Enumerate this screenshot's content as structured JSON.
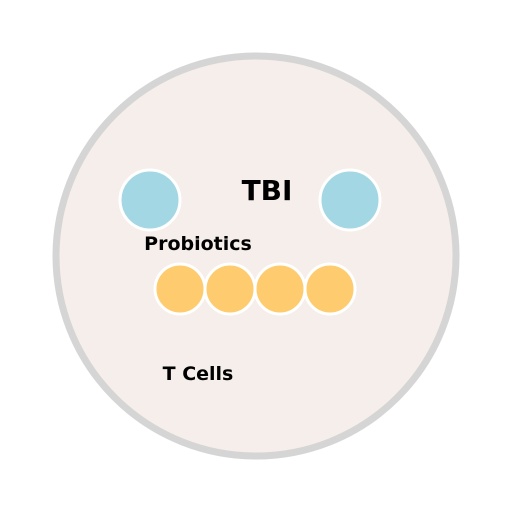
{
  "diagram": {
    "title": "TBI",
    "probiotics_label": "Probiotics",
    "tcells_label": "T Cells"
  },
  "colors": {
    "background": "#ffffff",
    "outer_circle_fill": "#f5eeea",
    "outer_circle_stroke": "#d5d5d5",
    "probiotic_fill": "#a3d7e4",
    "tcell_fill": "#fecb6e",
    "cell_stroke": "#ffffff"
  },
  "elements": {
    "probiotic_count": 2,
    "tcell_count": 4
  }
}
